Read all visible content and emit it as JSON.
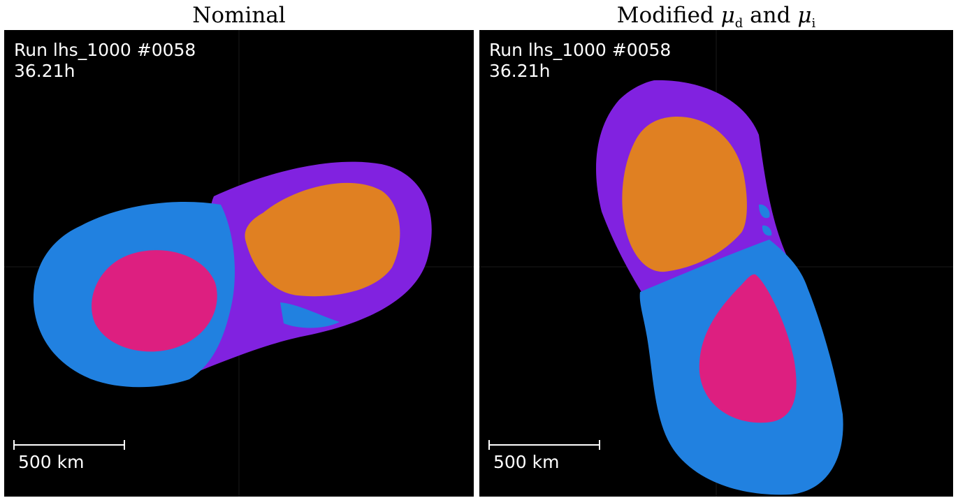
{
  "panels": {
    "left": {
      "title": "Nominal",
      "run_label": "Run lhs_1000 #0058",
      "time_label": "36.21h",
      "scale_label": "500 km"
    },
    "right": {
      "title_text": "Modified",
      "title_and": "and",
      "symbol": "μ",
      "sub_d": "d",
      "sub_i": "i",
      "run_label": "Run lhs_1000 #0058",
      "time_label": "36.21h",
      "scale_label": "500 km"
    }
  },
  "colors": {
    "background": "#000000",
    "mantle_blue": "#2181e0",
    "mantle_purple": "#8122e0",
    "core_pink": "#dd1f80",
    "core_orange": "#e08022",
    "text": "#ffffff"
  }
}
